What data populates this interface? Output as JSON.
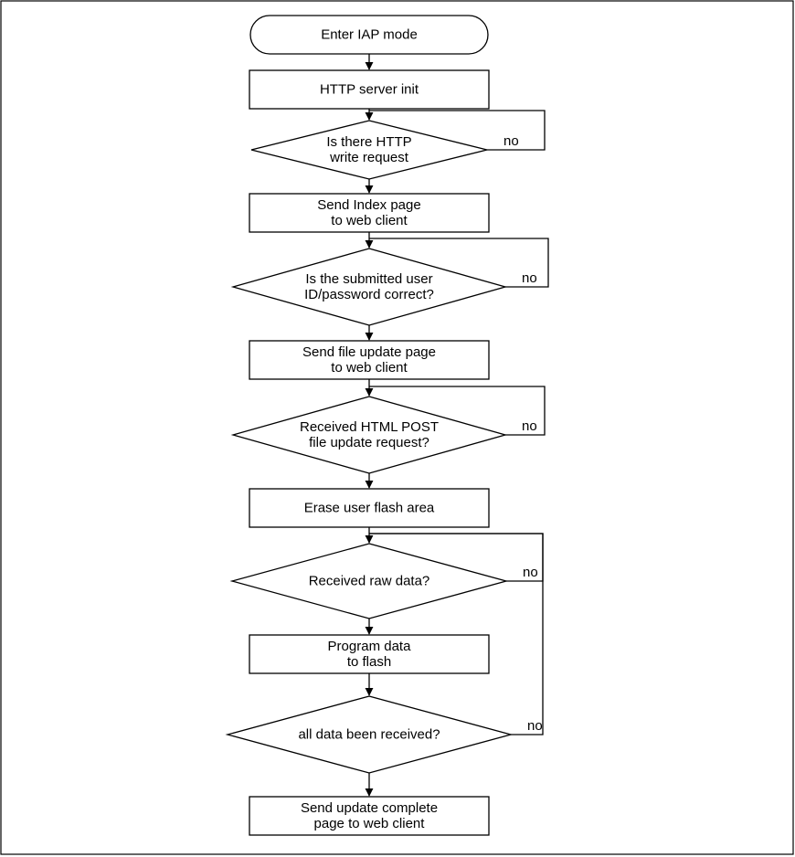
{
  "nodes": [
    {
      "id": "start",
      "shape": "terminal",
      "lines": [
        "Enter IAP mode"
      ]
    },
    {
      "id": "http_init",
      "shape": "process",
      "lines": [
        "HTTP server init"
      ]
    },
    {
      "id": "http_write",
      "shape": "decision",
      "lines": [
        "Is there HTTP",
        "write request"
      ]
    },
    {
      "id": "send_index",
      "shape": "process",
      "lines": [
        "Send Index page",
        "to web client"
      ]
    },
    {
      "id": "check_pwd",
      "shape": "decision",
      "lines": [
        "Is the submitted user",
        "ID/password correct?"
      ]
    },
    {
      "id": "send_update_page",
      "shape": "process",
      "lines": [
        "Send file update page",
        "to web client"
      ]
    },
    {
      "id": "post_request",
      "shape": "decision",
      "lines": [
        "Received HTML POST",
        "file update request?"
      ]
    },
    {
      "id": "erase_flash",
      "shape": "process",
      "lines": [
        "Erase user flash area"
      ]
    },
    {
      "id": "raw_data",
      "shape": "decision",
      "lines": [
        "Received raw data?"
      ]
    },
    {
      "id": "program_flash",
      "shape": "process",
      "lines": [
        "Program data",
        "to flash"
      ]
    },
    {
      "id": "all_received",
      "shape": "decision",
      "lines": [
        "all data been received?"
      ]
    },
    {
      "id": "send_complete",
      "shape": "process",
      "lines": [
        "Send update complete",
        "page to web client"
      ]
    }
  ],
  "edges": [
    {
      "from": "start",
      "to": "http_init"
    },
    {
      "from": "http_init",
      "to": "http_write"
    },
    {
      "from": "http_write",
      "to": "send_index"
    },
    {
      "from": "http_write",
      "to": "http_write",
      "label": "no"
    },
    {
      "from": "send_index",
      "to": "check_pwd"
    },
    {
      "from": "check_pwd",
      "to": "check_pwd",
      "label": "no"
    },
    {
      "from": "check_pwd",
      "to": "send_update_page"
    },
    {
      "from": "send_update_page",
      "to": "post_request"
    },
    {
      "from": "post_request",
      "to": "post_request",
      "label": "no"
    },
    {
      "from": "post_request",
      "to": "erase_flash"
    },
    {
      "from": "erase_flash",
      "to": "raw_data"
    },
    {
      "from": "raw_data",
      "to": "raw_data",
      "label": "no"
    },
    {
      "from": "raw_data",
      "to": "program_flash"
    },
    {
      "from": "program_flash",
      "to": "all_received"
    },
    {
      "from": "all_received",
      "to": "raw_data",
      "label": "no"
    },
    {
      "from": "all_received",
      "to": "send_complete"
    }
  ]
}
